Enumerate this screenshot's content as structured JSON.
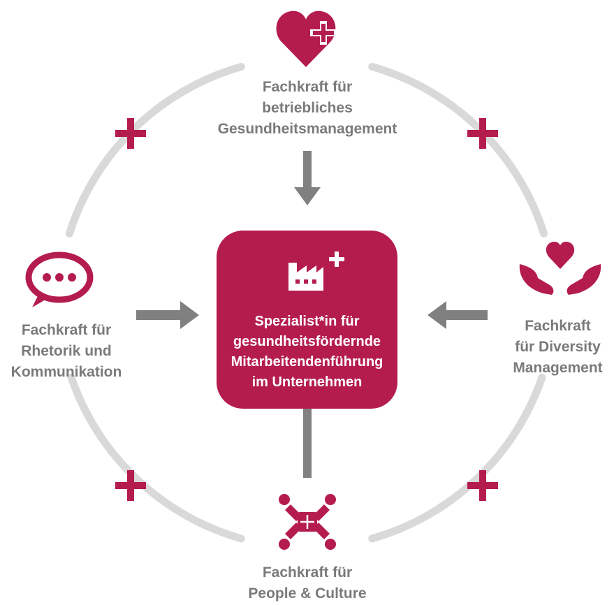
{
  "colors": {
    "brand": "#b51c4e",
    "arrow": "#808080",
    "ring": "#d9d9d9",
    "label": "#7a7a7a"
  },
  "center": {
    "lines": [
      "Spezialist*in für",
      "gesundheitsfördernde",
      "Mitarbeitendenführung",
      "im Unternehmen"
    ],
    "icon": "factory-plus-icon"
  },
  "nodes": {
    "top": {
      "icon": "heart-plus-icon",
      "lines": [
        "Fachkraft für",
        "betriebliches",
        "Gesundheitsmanagement"
      ]
    },
    "left": {
      "icon": "speech-bubble-icon",
      "lines": [
        "Fachkraft für",
        "Rhetorik und",
        "Kommunikation"
      ]
    },
    "right": {
      "icon": "hands-heart-icon",
      "lines": [
        "Fachkraft",
        "für Diversity",
        "Management"
      ]
    },
    "bottom": {
      "icon": "people-puzzle-icon",
      "lines": [
        "Fachkraft für",
        "People & Culture"
      ]
    }
  }
}
